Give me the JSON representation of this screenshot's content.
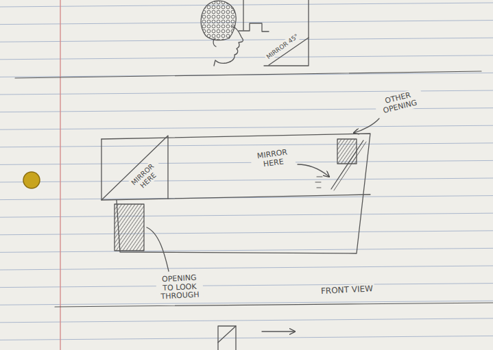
{
  "diagram": {
    "labels": [
      "MIRROR 45°",
      "MIRROR HERE",
      "MIRROR HERE",
      "OTHER OPENING",
      "OPENING TO LOOK THROUGH",
      "FRONT VIEW"
    ]
  }
}
